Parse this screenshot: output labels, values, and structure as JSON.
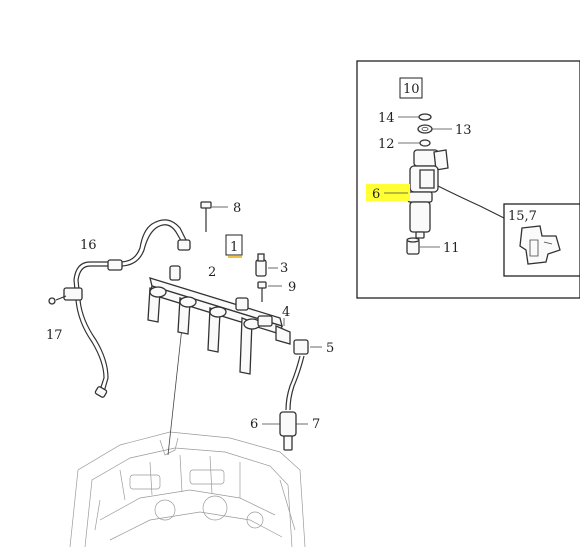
{
  "diagram": {
    "labels": {
      "p1": "1",
      "p2": "2",
      "p3": "3",
      "p4": "4",
      "p5": "5",
      "p6": "6",
      "p7": "7",
      "p8": "8",
      "p9": "9",
      "p16": "16",
      "p17": "17"
    },
    "detail": {
      "label_10": "10",
      "label_11": "11",
      "label_12": "12",
      "label_13": "13",
      "label_14": "14",
      "label_6": "6",
      "label_15_7": "15,7"
    },
    "colors": {
      "highlight": "#ffff33",
      "ink": "#333333",
      "box_outline": "#222222"
    }
  }
}
